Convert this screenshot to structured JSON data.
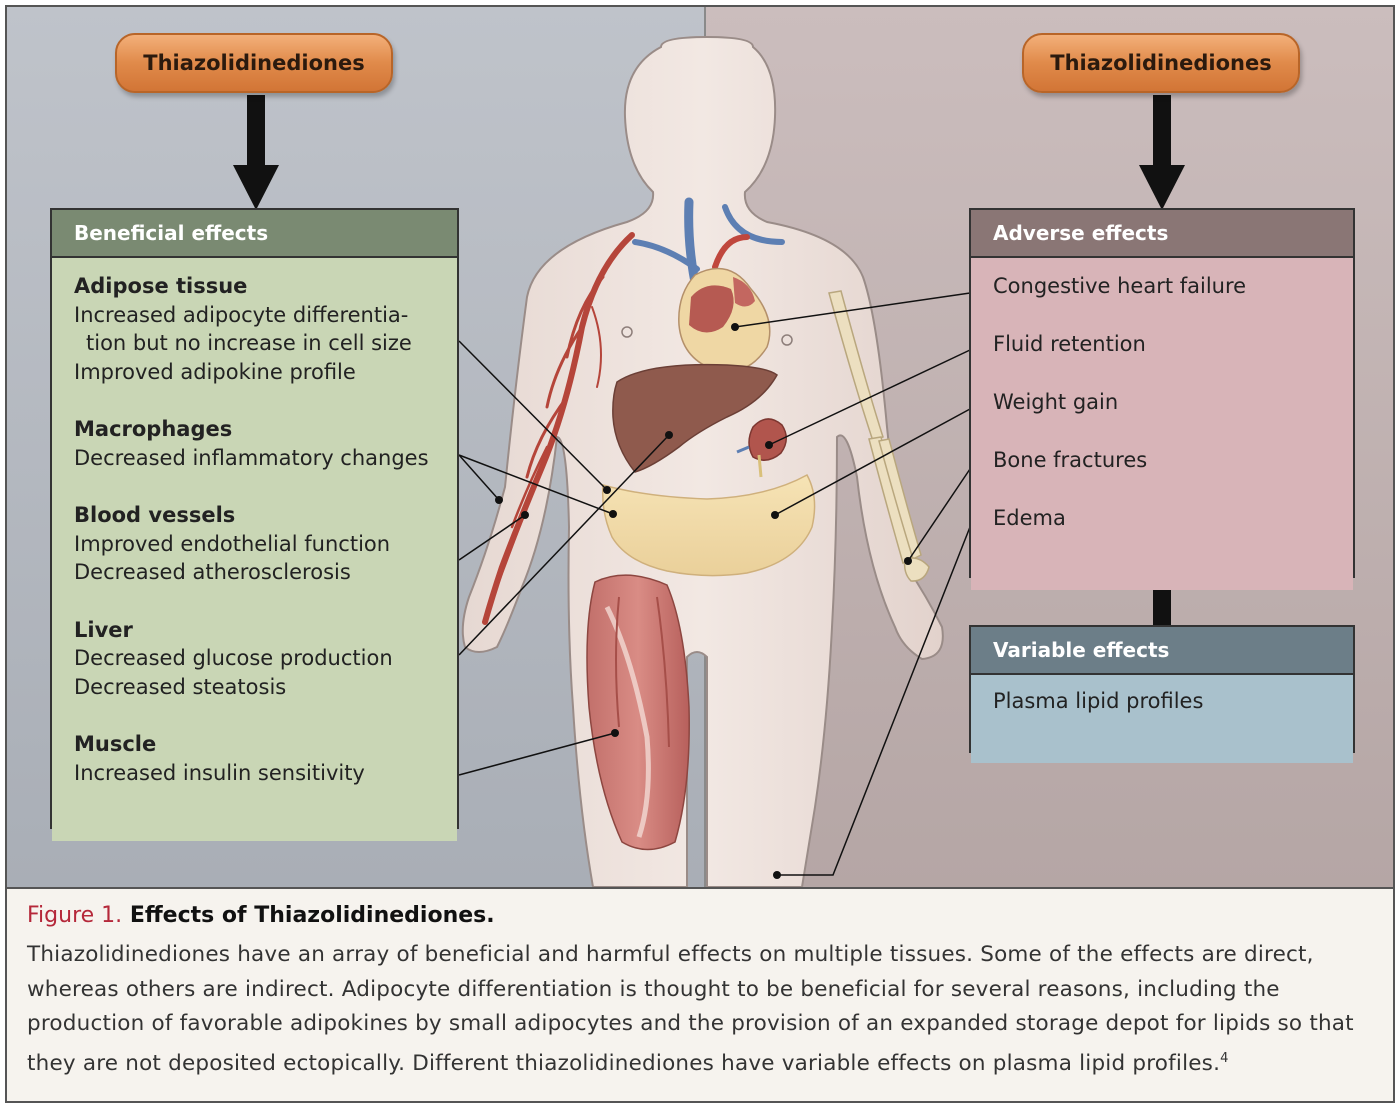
{
  "drug_left": "Thiazolidinediones",
  "drug_right": "Thiazolidinediones",
  "beneficial": {
    "title": "Beneficial effects",
    "groups": [
      {
        "tissue": "Adipose tissue",
        "lines": [
          "Increased adipocyte differentia-",
          "tion but no increase in cell size",
          "Improved adipokine profile"
        ]
      },
      {
        "tissue": "Macrophages",
        "lines": [
          "Decreased inflammatory changes"
        ]
      },
      {
        "tissue": "Blood vessels",
        "lines": [
          "Improved endothelial function",
          "Decreased atherosclerosis"
        ]
      },
      {
        "tissue": "Liver",
        "lines": [
          "Decreased glucose production",
          "Decreased steatosis"
        ]
      },
      {
        "tissue": "Muscle",
        "lines": [
          "Increased insulin sensitivity"
        ]
      }
    ]
  },
  "adverse": {
    "title": "Adverse effects",
    "items": [
      "Congestive heart failure",
      "Fluid retention",
      "Weight gain",
      "Bone fractures",
      "Edema"
    ]
  },
  "variable": {
    "title": "Variable effects",
    "items": [
      "Plasma lipid profiles"
    ]
  },
  "caption": {
    "label": "Figure 1.",
    "title": "Effects of Thiazolidinediones.",
    "body": "Thiazolidinediones have an array of beneficial and harmful effects on multiple tissues. Some of the effects are direct, whereas others are indirect. Adipocyte differentiation is thought to be beneficial for several reasons, including the production of favorable adipokines by small adipocytes and the provision of an expanded storage depot for lipids so that they are not deposited ectopically. Different thiazolidinediones have variable effects on plasma lipid profiles.",
    "footnote": "4"
  },
  "colors": {
    "beneficial_header": "#7a8a72",
    "beneficial_body": "#c9d6b5",
    "adverse_header": "#8a7675",
    "adverse_body": "#d8b4b8",
    "variable_header": "#6c7e88",
    "variable_body": "#a9c1cc",
    "pill": "#e08a4a",
    "caption_label": "#b5283a"
  }
}
